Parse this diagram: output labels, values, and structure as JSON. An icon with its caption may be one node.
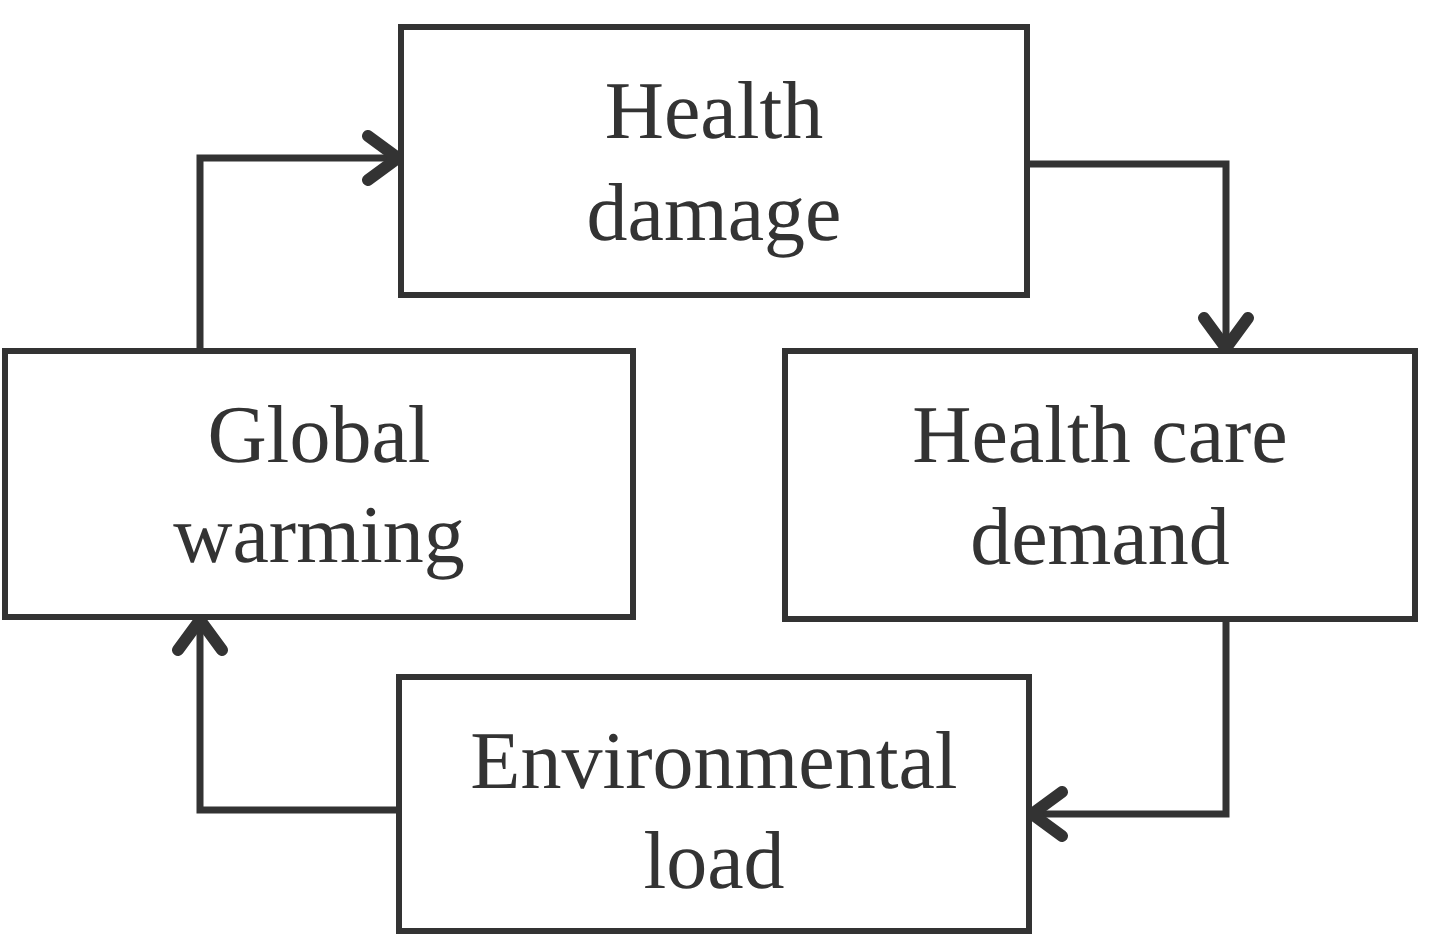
{
  "diagram": {
    "nodes": [
      {
        "text": [
          "Health damage"
        ]
      },
      {
        "text": [
          "Health care demand"
        ]
      },
      {
        "text": [
          "Environmental load"
        ]
      },
      {
        "text": [
          "Global warming"
        ]
      }
    ],
    "edges": [
      {
        "from": 0,
        "to": 1,
        "arrow": "to"
      },
      {
        "from": 1,
        "to": 2,
        "arrow": "to"
      },
      {
        "from": 2,
        "to": 3,
        "arrow": "to"
      },
      {
        "from": 3,
        "to": 0,
        "arrow": "to"
      }
    ]
  }
}
